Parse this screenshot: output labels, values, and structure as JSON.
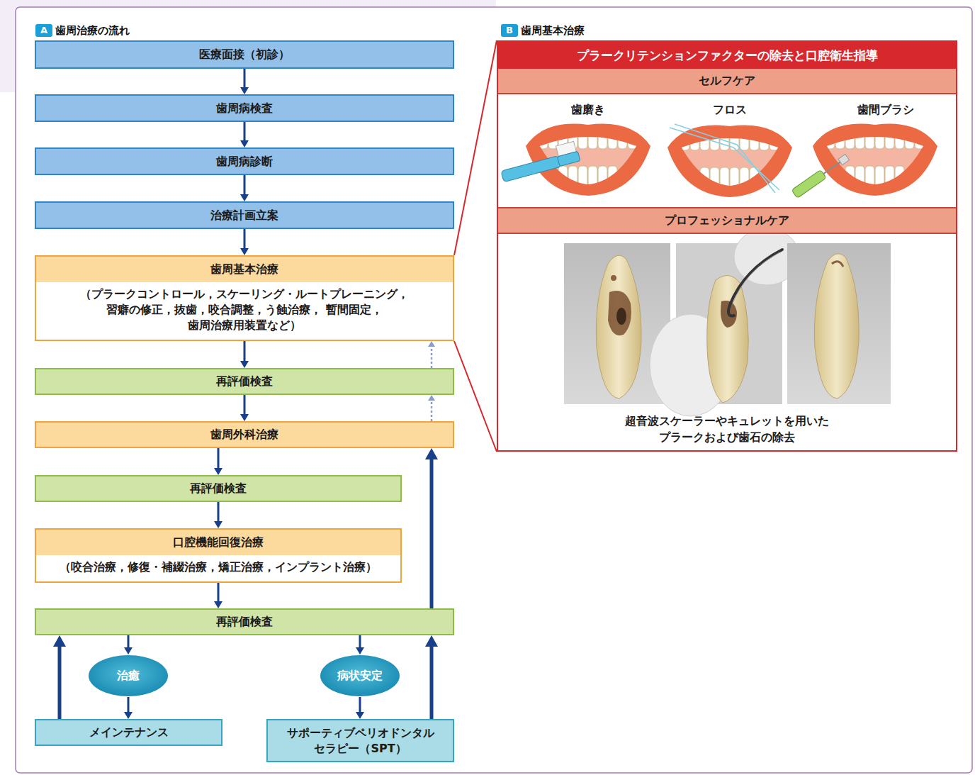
{
  "diagram": {
    "nodes": [
      {
        "text": [
          "医療面接（初診）"
        ]
      },
      {
        "text": [
          "歯周病検査"
        ]
      },
      {
        "text": [
          "歯周病診断"
        ]
      },
      {
        "text": [
          "治療計画立案"
        ]
      },
      {
        "text": [
          "歯周基本治療",
          "（プラークコントロール，スケーリング・ルートプレーニング， 習癖の修正，抜歯，咬合調整，う蝕治療， 暫間固定，歯周治療用装置など）"
        ]
      },
      {
        "text": [
          "再評価検査"
        ]
      },
      {
        "text": [
          "歯周外科治療"
        ]
      },
      {
        "text": [
          "再評価検査"
        ]
      },
      {
        "text": [
          "口腔機能回復治療",
          "（咬合治療，修復・補綴治療，矯正治療，インプラント治療）"
        ]
      },
      {
        "text": [
          "再評価検査"
        ]
      },
      {
        "text": [
          "治癒"
        ]
      },
      {
        "text": [
          "病状安定"
        ]
      },
      {
        "text": [
          "メインテナンス"
        ]
      },
      {
        "text": [
          "サポーティブペリオドンタル セラピー（SPT）"
        ]
      },
      {
        "text": [
          "プラークリテンションファクターの除去と口腔衛生指導"
        ]
      },
      {
        "text": [
          "セルフケア"
        ],
        "in": 14
      },
      {
        "text": [
          "プロフェッショナルケア",
          "超音波スケーラーやキュレットを用いた プラークおよび歯石の除去"
        ],
        "in": 14
      }
    ],
    "edges": [
      {
        "from": 0,
        "to": 1,
        "arrow": "to"
      },
      {
        "from": 1,
        "to": 2,
        "arrow": "to"
      },
      {
        "from": 2,
        "to": 3,
        "arrow": "to"
      },
      {
        "from": 3,
        "to": 4,
        "arrow": "to"
      },
      {
        "from": 4,
        "to": 5,
        "arrow": "to"
      },
      {
        "from": 5,
        "to": 4,
        "arrow": "to"
      },
      {
        "from": 5,
        "to": 6,
        "arrow": "to"
      },
      {
        "from": 6,
        "to": 5,
        "arrow": "to"
      },
      {
        "from": 6,
        "to": 7,
        "arrow": "to"
      },
      {
        "from": 7,
        "to": 8,
        "arrow": "to"
      },
      {
        "from": 8,
        "to": 9,
        "arrow": "to"
      },
      {
        "from": 9,
        "to": 6,
        "arrow": "to"
      },
      {
        "from": 9,
        "to": 10,
        "arrow": "to"
      },
      {
        "from": 9,
        "to": 11,
        "arrow": "to"
      },
      {
        "from": 10,
        "to": 12,
        "arrow": "to"
      },
      {
        "from": 11,
        "to": 13,
        "arrow": "to"
      },
      {
        "from": 12,
        "to": 9,
        "arrow": "to"
      },
      {
        "from": 13,
        "to": 9,
        "arrow": "to"
      },
      {
        "from": 4,
        "to": 14,
        "arrow": "none"
      },
      {
        "from": 4,
        "to": 14,
        "arrow": "none"
      }
    ],
    "labels": [
      "A",
      "歯周治療の流れ",
      "B",
      "歯周基本治療",
      "歯磨き",
      "フロス",
      "歯間ブラシ"
    ]
  }
}
